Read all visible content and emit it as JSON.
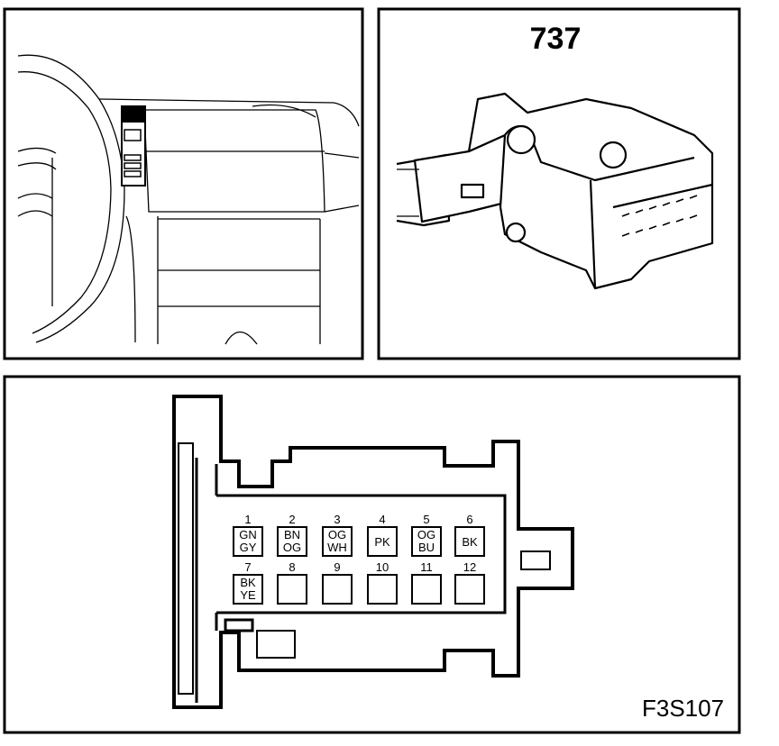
{
  "connector": {
    "number": "737",
    "figure_code": "F3S107"
  },
  "pins": [
    {
      "num": "1",
      "wire": [
        "GN",
        "GY"
      ]
    },
    {
      "num": "2",
      "wire": [
        "BN",
        "OG"
      ]
    },
    {
      "num": "3",
      "wire": [
        "OG",
        "WH"
      ]
    },
    {
      "num": "4",
      "wire": [
        "PK"
      ]
    },
    {
      "num": "5",
      "wire": [
        "OG",
        "BU"
      ]
    },
    {
      "num": "6",
      "wire": [
        "BK"
      ]
    },
    {
      "num": "7",
      "wire": [
        "BK",
        "YE"
      ]
    },
    {
      "num": "8",
      "wire": []
    },
    {
      "num": "9",
      "wire": []
    },
    {
      "num": "10",
      "wire": []
    },
    {
      "num": "11",
      "wire": []
    },
    {
      "num": "12",
      "wire": []
    }
  ]
}
